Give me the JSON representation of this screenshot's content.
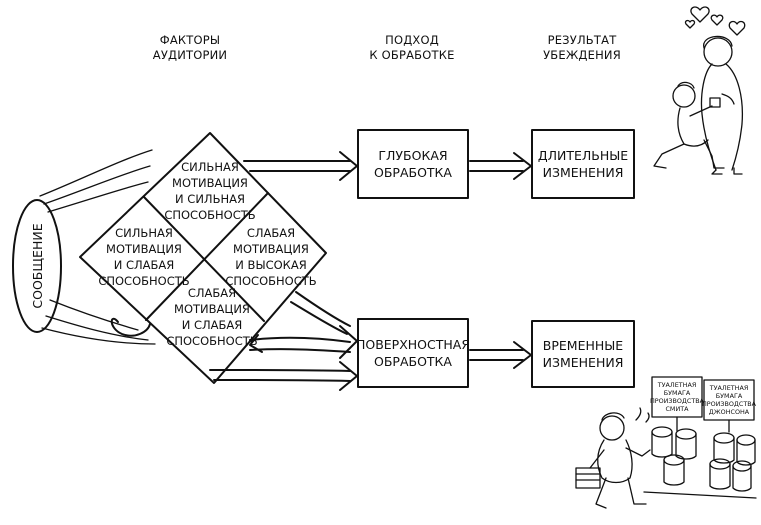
{
  "headers": {
    "factors": [
      "ФАКТОРЫ",
      "АУДИТОРИИ"
    ],
    "approach": [
      "ПОДХОД",
      "К ОБРАБОТКЕ"
    ],
    "result": [
      "РЕЗУЛЬТАТ",
      "УБЕЖДЕНИЯ"
    ]
  },
  "message": "СООБЩЕНИЕ",
  "cells": {
    "top": [
      "СИЛЬНАЯ",
      "МОТИВАЦИЯ",
      "И СИЛЬНАЯ",
      "СПОСОБНОСТЬ"
    ],
    "left": [
      "СИЛЬНАЯ",
      "МОТИВАЦИЯ",
      "И СЛАБАЯ",
      "СПОСОБНОСТЬ"
    ],
    "right": [
      "СЛАБАЯ",
      "МОТИВАЦИЯ",
      "И ВЫСОКАЯ",
      "СПОСОБНОСТЬ"
    ],
    "bottom": [
      "СЛАБАЯ",
      "МОТИВАЦИЯ",
      "И СЛАБАЯ",
      "СПОСОБНОСТЬ"
    ]
  },
  "boxes": {
    "deep": [
      "ГЛУБОКАЯ",
      "ОБРАБОТКА"
    ],
    "lasting": [
      "ДЛИТЕЛЬНЫЕ",
      "ИЗМЕНЕНИЯ"
    ],
    "surface": [
      "ПОВЕРХНОСТНАЯ",
      "ОБРАБОТКА"
    ],
    "temporary": [
      "ВРЕМЕННЫЕ",
      "ИЗМЕНЕНИЯ"
    ]
  },
  "signs": {
    "left": [
      "ТУАЛЕТНАЯ",
      "БУМАГА",
      "ПРОИЗВОДСТВА",
      "СМИТА"
    ],
    "right": [
      "ТУАЛЕТНАЯ",
      "БУМАГА",
      "ПРОИЗВОДСТВА",
      "ДЖОНСОНА"
    ]
  },
  "colors": {
    "ink": "#111111",
    "background": "#ffffff",
    "heart": "#111111"
  }
}
